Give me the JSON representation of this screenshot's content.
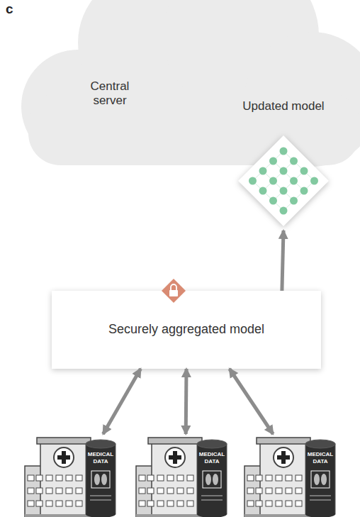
{
  "diagram": {
    "nodes": [
      {
        "text": [
          "Central server"
        ]
      },
      {
        "text": [
          "Updated model"
        ],
        "in": 0
      },
      {
        "text": [
          "Securely aggregated model"
        ]
      },
      {
        "text": [
          "MEDICAL DATA"
        ]
      },
      {
        "text": [
          "MEDICAL DATA"
        ]
      },
      {
        "text": [
          "MEDICAL DATA"
        ]
      }
    ],
    "edges": [
      {
        "from": 2,
        "to": 1,
        "arrow": "to"
      },
      {
        "from": 3,
        "to": 2,
        "arrow": "both"
      },
      {
        "from": 4,
        "to": 2,
        "arrow": "both"
      },
      {
        "from": 5,
        "to": 2,
        "arrow": "both"
      }
    ],
    "labels": [
      "c"
    ]
  }
}
